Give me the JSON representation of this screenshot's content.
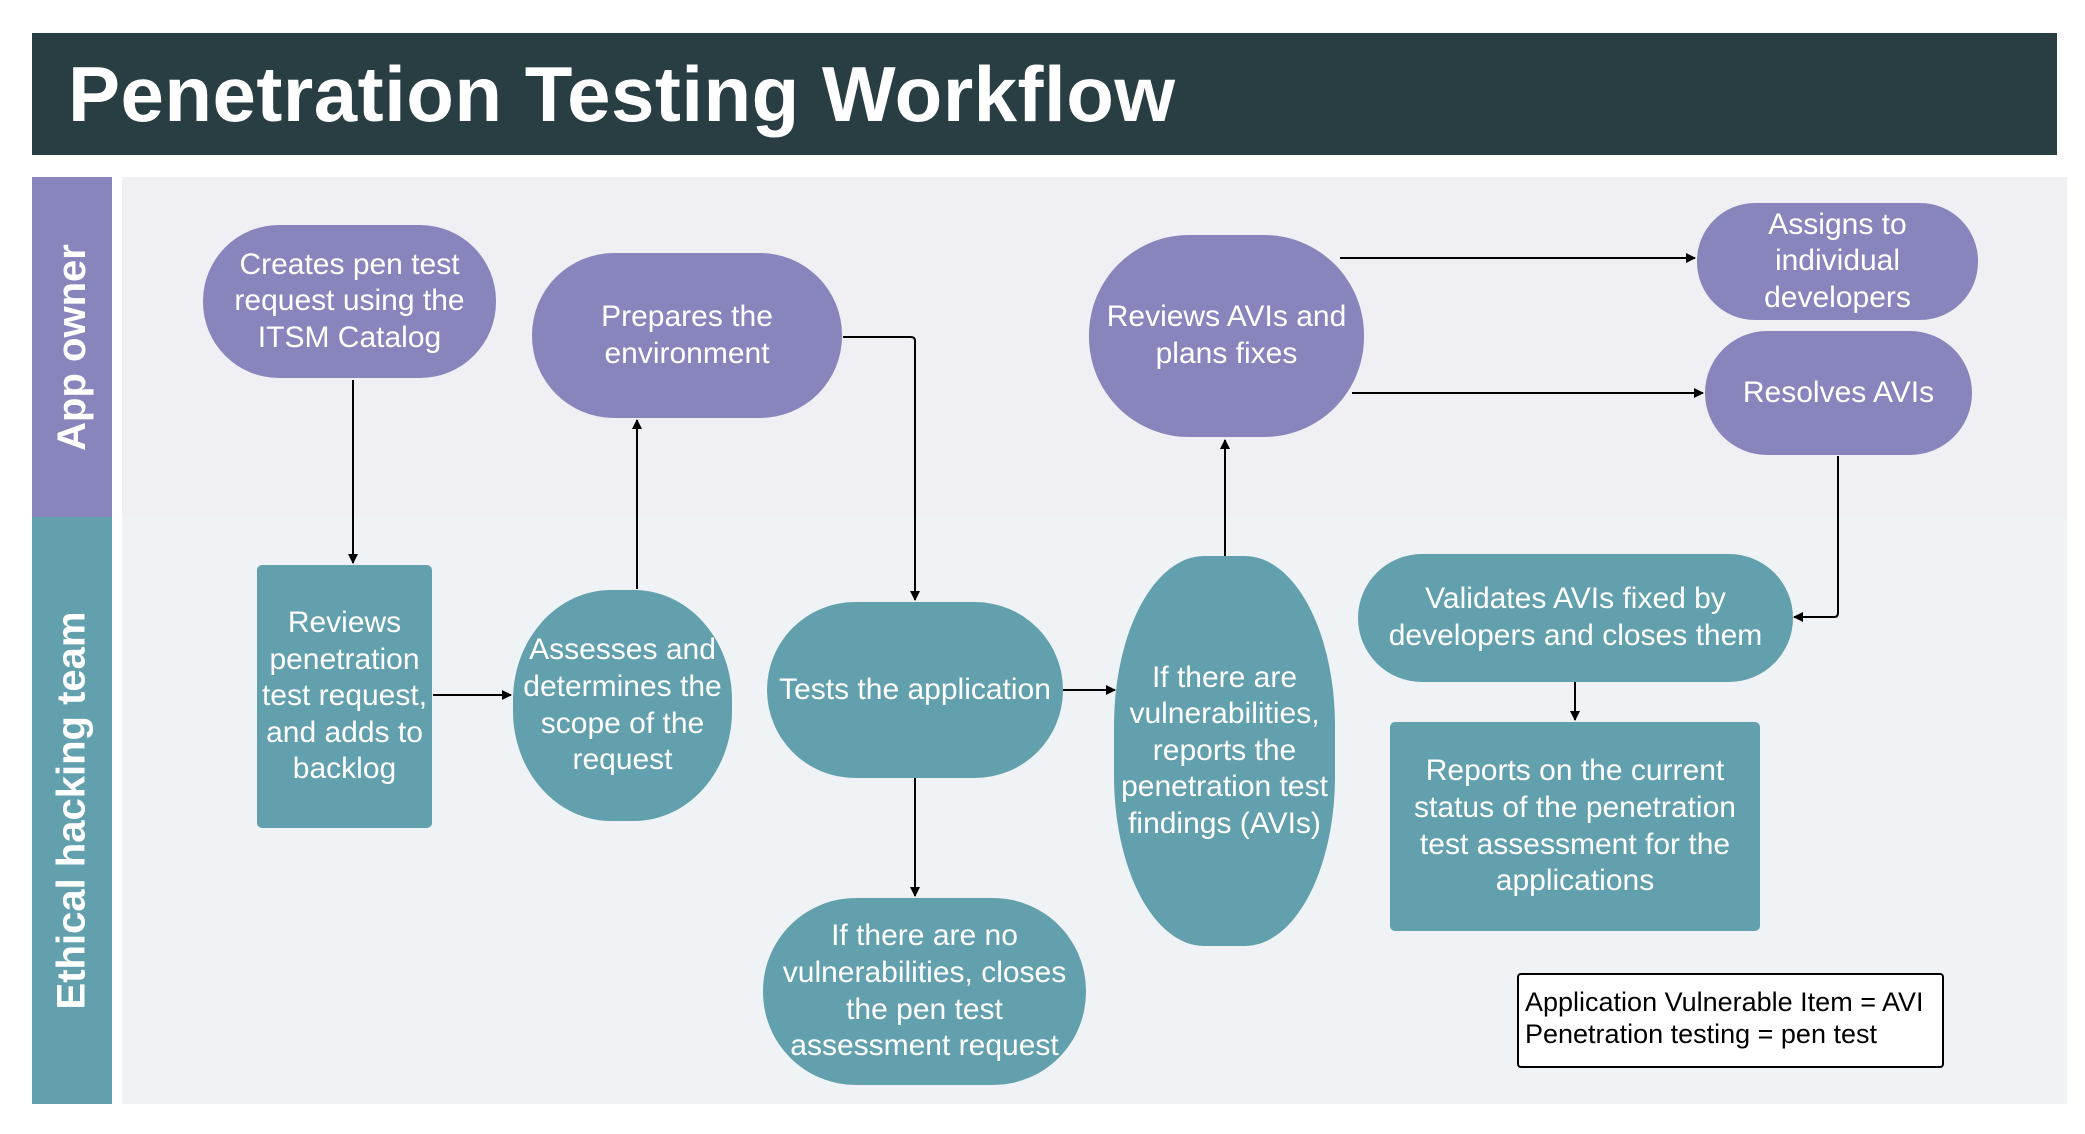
{
  "title": "Penetration Testing Workflow",
  "lanes": {
    "owner": "App owner",
    "ethical": "Ethical hacking team"
  },
  "nodes": {
    "create_request": "Creates pen test request using the ITSM Catalog",
    "review_request": "Reviews penetration test request, and adds to backlog",
    "assess_scope": "Assesses and determines the scope of the request",
    "prepare_env": "Prepares the environment",
    "test_app": "Tests the application",
    "close_no_vuln": "If there are no vulnerabilities, closes the pen test assessment request",
    "report_findings": "If there are vulnerabilities, reports the penetration test findings (AVIs)",
    "review_avis": "Reviews AVIs and plans fixes",
    "assign_devs": "Assigns to individual developers",
    "resolve_avis": "Resolves AVIs",
    "validate_avis": "Validates AVIs fixed by developers and closes them",
    "report_status": "Reports on the current status of the penetration test assessment for the applications"
  },
  "legend": {
    "line1": "Application Vulnerable Item = AVI",
    "line2": "Penetration testing = pen test"
  },
  "colors": {
    "header": "#293E43",
    "owner": "#8885BD",
    "ethical": "#63A0AE"
  }
}
